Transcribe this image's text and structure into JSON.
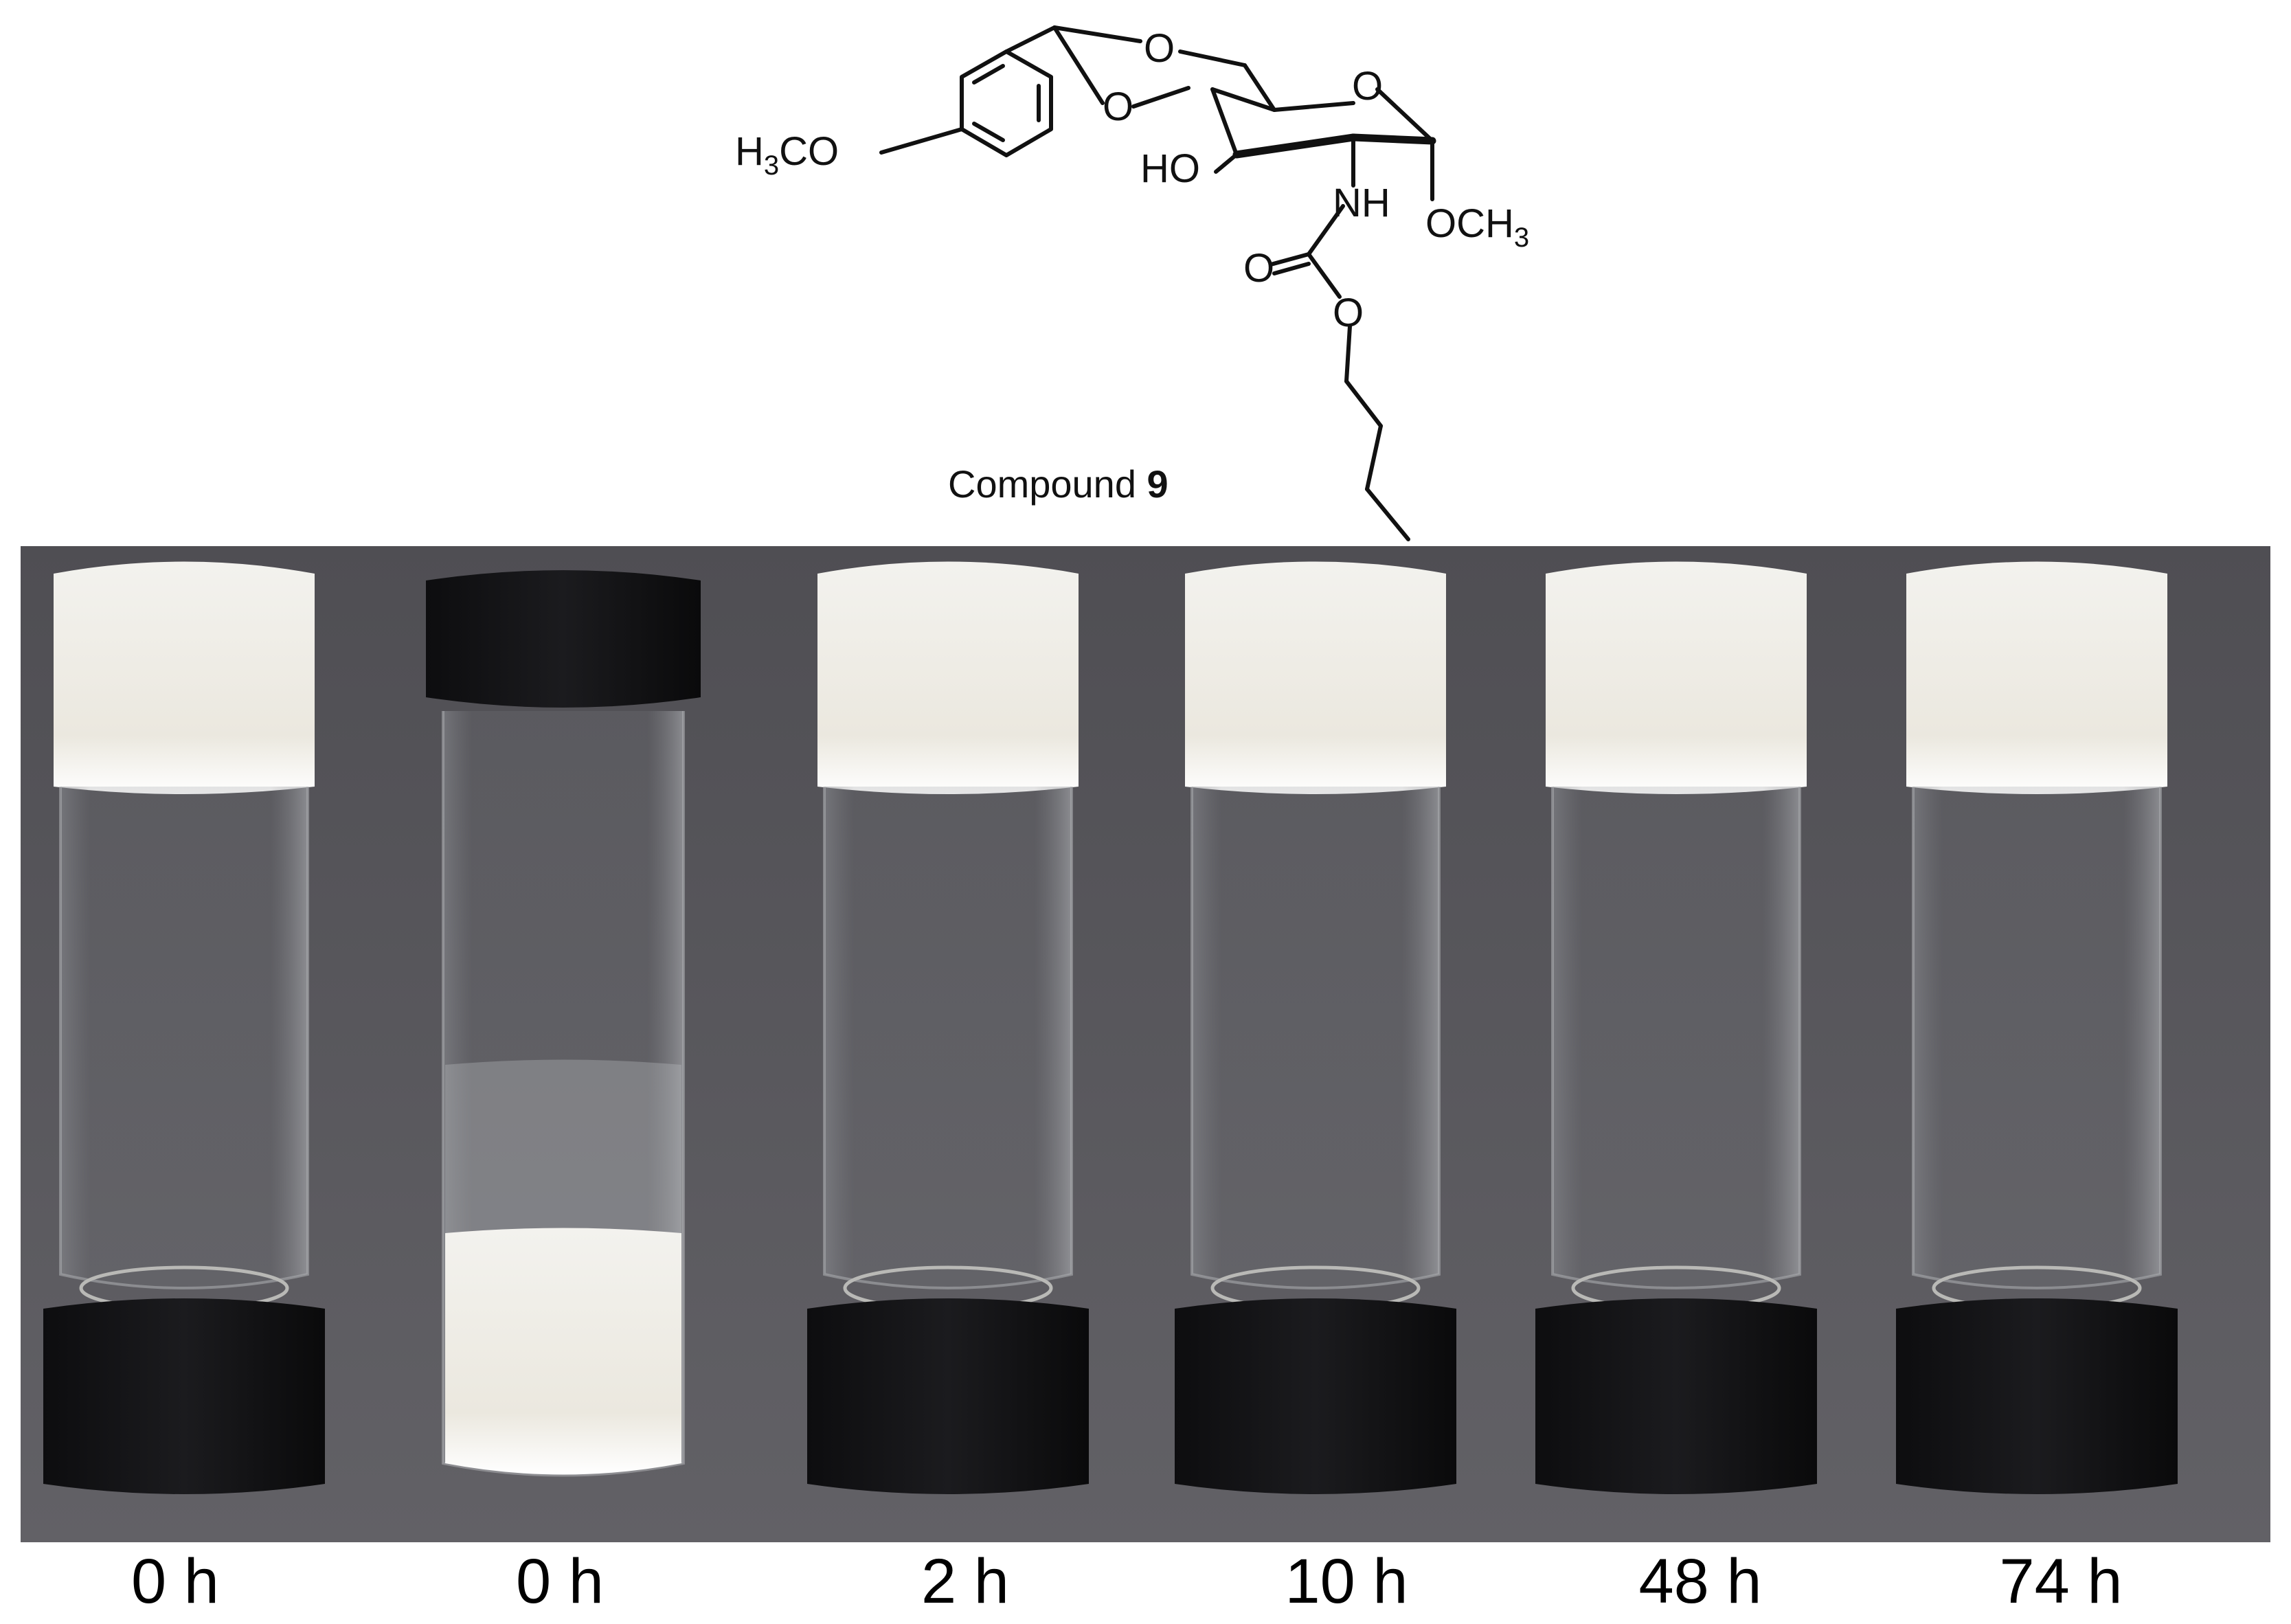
{
  "structure": {
    "caption_prefix": "Compound ",
    "caption_number": "9",
    "atoms": {
      "methoxy_aryl": {
        "main": "H",
        "sub": "3",
        "tail": "CO"
      },
      "ring_o1": "O",
      "ring_o2": "O",
      "ring_o3": "O",
      "hydroxyl": "HO",
      "amide_nh": "NH",
      "methoxy_anomeric": {
        "main": "OCH",
        "sub": "3"
      },
      "carbonyl_o": "O",
      "ester_o": "O"
    }
  },
  "vials": [
    {
      "label": "0 h",
      "state": "inverted-gel"
    },
    {
      "label": "0 h",
      "state": "upright-solution"
    },
    {
      "label": "2 h",
      "state": "inverted-gel"
    },
    {
      "label": "10 h",
      "state": "inverted-gel"
    },
    {
      "label": "48 h",
      "state": "inverted-gel"
    },
    {
      "label": "74 h",
      "state": "inverted-gel"
    }
  ],
  "colors": {
    "background": "#5a595e",
    "gel": "#f1efe9",
    "cap": "#121214",
    "glass": "#9ea0a4"
  }
}
